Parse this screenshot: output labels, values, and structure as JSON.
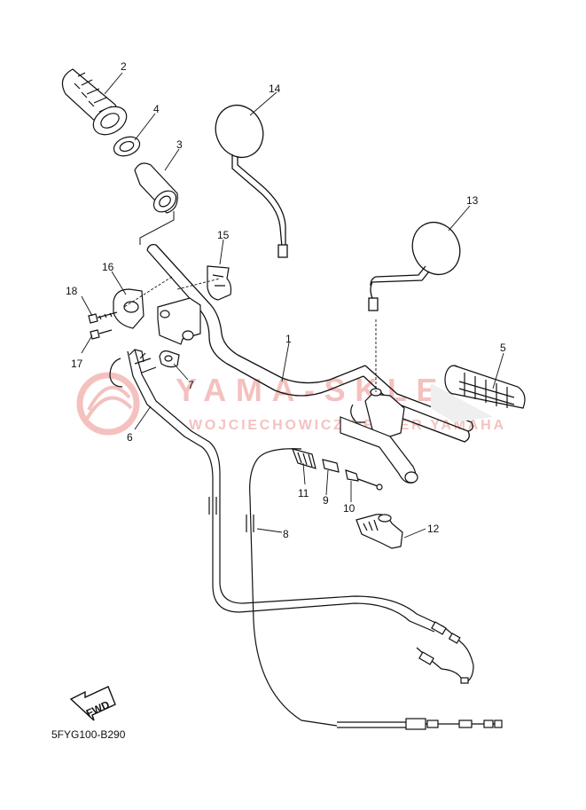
{
  "diagram": {
    "code": "5FYG100-B290",
    "fwd_label": "FWD",
    "callouts": [
      "1",
      "2",
      "3",
      "4",
      "5",
      "6",
      "7",
      "8",
      "9",
      "10",
      "11",
      "12",
      "13",
      "14",
      "15",
      "16",
      "17",
      "18"
    ],
    "watermark": {
      "brand": "YAMA-SKLEP",
      "tagline": "WOJCIECHOWICZ DEALER YAMAHA",
      "color": "#d9261c"
    },
    "line_color": "#111111"
  }
}
